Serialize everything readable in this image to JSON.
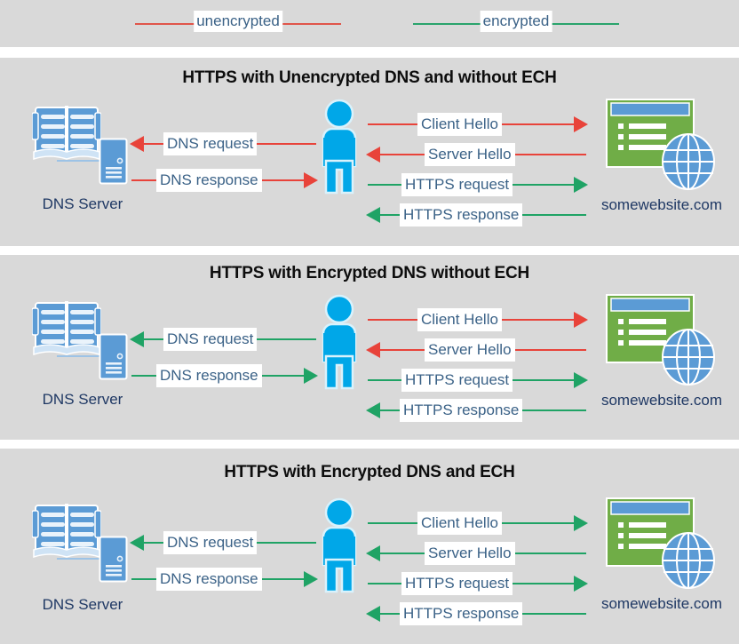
{
  "legend": {
    "items": [
      {
        "id": "unencrypted",
        "label": "unencrypted",
        "color": "#e0554a"
      },
      {
        "id": "encrypted",
        "label": "encrypted",
        "color": "#2aa46c"
      }
    ]
  },
  "colors": {
    "panel_background": "#d9d9d9",
    "unencrypted": "#e8433a",
    "encrypted": "#1fa365",
    "label_text": "#3b6287",
    "node_text": "#1f3864",
    "person_blue": "#00a7e8",
    "book_blue": "#5b9bd5",
    "browser_green": "#70ad47",
    "browser_titlebar": "#5b9bd5",
    "globe_blue": "#5b9bd5"
  },
  "nodes": {
    "dns_server_label": "DNS Server",
    "website_label": "somewebsite.com",
    "dns_icon": "book-server-icon",
    "user_icon": "person-icon",
    "website_icon": "browser-globe-icon"
  },
  "panels": [
    {
      "id": "panel-1",
      "title": "HTTPS with Unencrypted DNS and without ECH",
      "flows": [
        {
          "id": "dns-request",
          "label": "DNS request",
          "direction": "left",
          "encrypted": false,
          "group": "left"
        },
        {
          "id": "dns-response",
          "label": "DNS response",
          "direction": "right",
          "encrypted": false,
          "group": "left"
        },
        {
          "id": "client-hello",
          "label": "Client Hello",
          "direction": "right",
          "encrypted": false,
          "group": "right"
        },
        {
          "id": "server-hello",
          "label": "Server Hello",
          "direction": "left",
          "encrypted": false,
          "group": "right"
        },
        {
          "id": "https-request",
          "label": "HTTPS request",
          "direction": "right",
          "encrypted": true,
          "group": "right"
        },
        {
          "id": "https-response",
          "label": "HTTPS response",
          "direction": "left",
          "encrypted": true,
          "group": "right"
        }
      ]
    },
    {
      "id": "panel-2",
      "title": "HTTPS with Encrypted DNS without ECH",
      "flows": [
        {
          "id": "dns-request",
          "label": "DNS request",
          "direction": "left",
          "encrypted": true,
          "group": "left"
        },
        {
          "id": "dns-response",
          "label": "DNS response",
          "direction": "right",
          "encrypted": true,
          "group": "left"
        },
        {
          "id": "client-hello",
          "label": "Client Hello",
          "direction": "right",
          "encrypted": false,
          "group": "right"
        },
        {
          "id": "server-hello",
          "label": "Server Hello",
          "direction": "left",
          "encrypted": false,
          "group": "right"
        },
        {
          "id": "https-request",
          "label": "HTTPS request",
          "direction": "right",
          "encrypted": true,
          "group": "right"
        },
        {
          "id": "https-response",
          "label": "HTTPS response",
          "direction": "left",
          "encrypted": true,
          "group": "right"
        }
      ]
    },
    {
      "id": "panel-3",
      "title": "HTTPS with Encrypted DNS and ECH",
      "flows": [
        {
          "id": "dns-request",
          "label": "DNS request",
          "direction": "left",
          "encrypted": true,
          "group": "left"
        },
        {
          "id": "dns-response",
          "label": "DNS response",
          "direction": "right",
          "encrypted": true,
          "group": "left"
        },
        {
          "id": "client-hello",
          "label": "Client Hello",
          "direction": "right",
          "encrypted": true,
          "group": "right"
        },
        {
          "id": "server-hello",
          "label": "Server Hello",
          "direction": "left",
          "encrypted": true,
          "group": "right"
        },
        {
          "id": "https-request",
          "label": "HTTPS request",
          "direction": "right",
          "encrypted": true,
          "group": "right"
        },
        {
          "id": "https-response",
          "label": "HTTPS response",
          "direction": "left",
          "encrypted": true,
          "group": "right"
        }
      ]
    }
  ]
}
